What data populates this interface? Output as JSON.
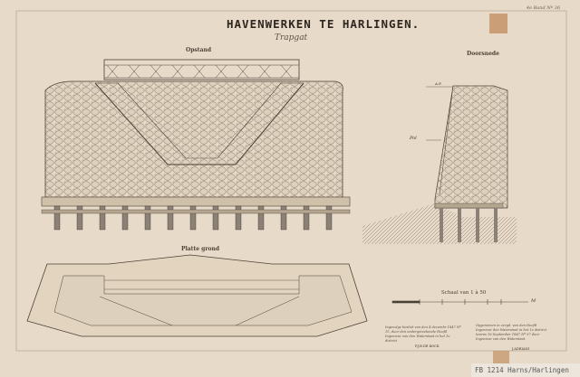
{
  "title": "HAVENWERKEN TE HARLINGEN.",
  "subtitle": "Trapgat",
  "sheet_ref": "4e Band Nº 36",
  "views": {
    "elevation": "Opstand",
    "plan": "Platte grond",
    "section": "Doorsnede"
  },
  "section_labels": {
    "pol": "Pol",
    "ap": "A.P."
  },
  "scale": {
    "label": "Schaal van 1 à 50",
    "unit": "M"
  },
  "notes": {
    "left": "Ingevolge besluit van den 4 decembr 1847 Nº 15, door den ondergeteekende Hoofd Ingenieur van den Waterstaat in het 1e district",
    "left_sign": "P.J.B.DE KOCK",
    "right": "Opgenomen in vergd. van den Hoofd Ingenieur den Waterstaat in het 1e district tevens 16 September 1847 Nº 97 door Ingenieur van den Waterstaat",
    "right_sign": "J.ADRIANI"
  },
  "archive_stamp": "FB 1214 Harns/Harlingen"
}
